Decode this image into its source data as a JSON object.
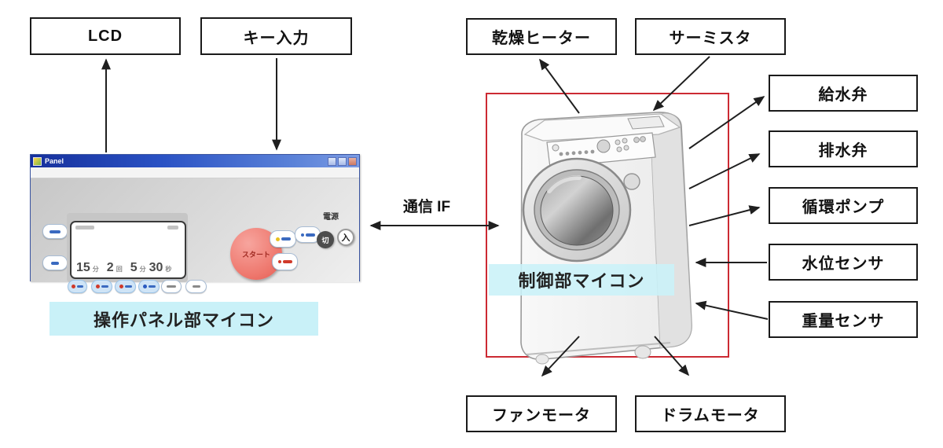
{
  "diagram": {
    "boxes": {
      "lcd": "LCD",
      "key_input": "キー入力",
      "drying_heater": "乾燥ヒーター",
      "thermistor": "サーミスタ",
      "water_supply_valve": "給水弁",
      "drain_valve": "排水弁",
      "circulation_pump": "循環ポンプ",
      "water_level_sensor": "水位センサ",
      "weight_sensor": "重量センサ",
      "fan_motor": "ファンモータ",
      "drum_motor": "ドラムモータ"
    },
    "labels": {
      "comm_if": "通信 IF",
      "control_mcu": "制御部マイコン",
      "panel_mcu": "操作パネル部マイコン"
    },
    "colors": {
      "red_frame": "#cc2a33",
      "highlight_cyan": "#c9f1f8",
      "arrow": "#1f1f1f",
      "box_border": "#1a1a1a"
    }
  },
  "panel_window": {
    "title": "Panel",
    "display": {
      "wash_time": "15",
      "wash_unit": "分",
      "rinse_count": "2",
      "rinse_unit": "回",
      "spin_min": "5",
      "spin_min_unit": "分",
      "spin_sec": "30",
      "spin_sec_unit": "秒"
    },
    "start_button": "スタート",
    "power": {
      "label": "電源",
      "off": "切",
      "on": "入"
    }
  }
}
